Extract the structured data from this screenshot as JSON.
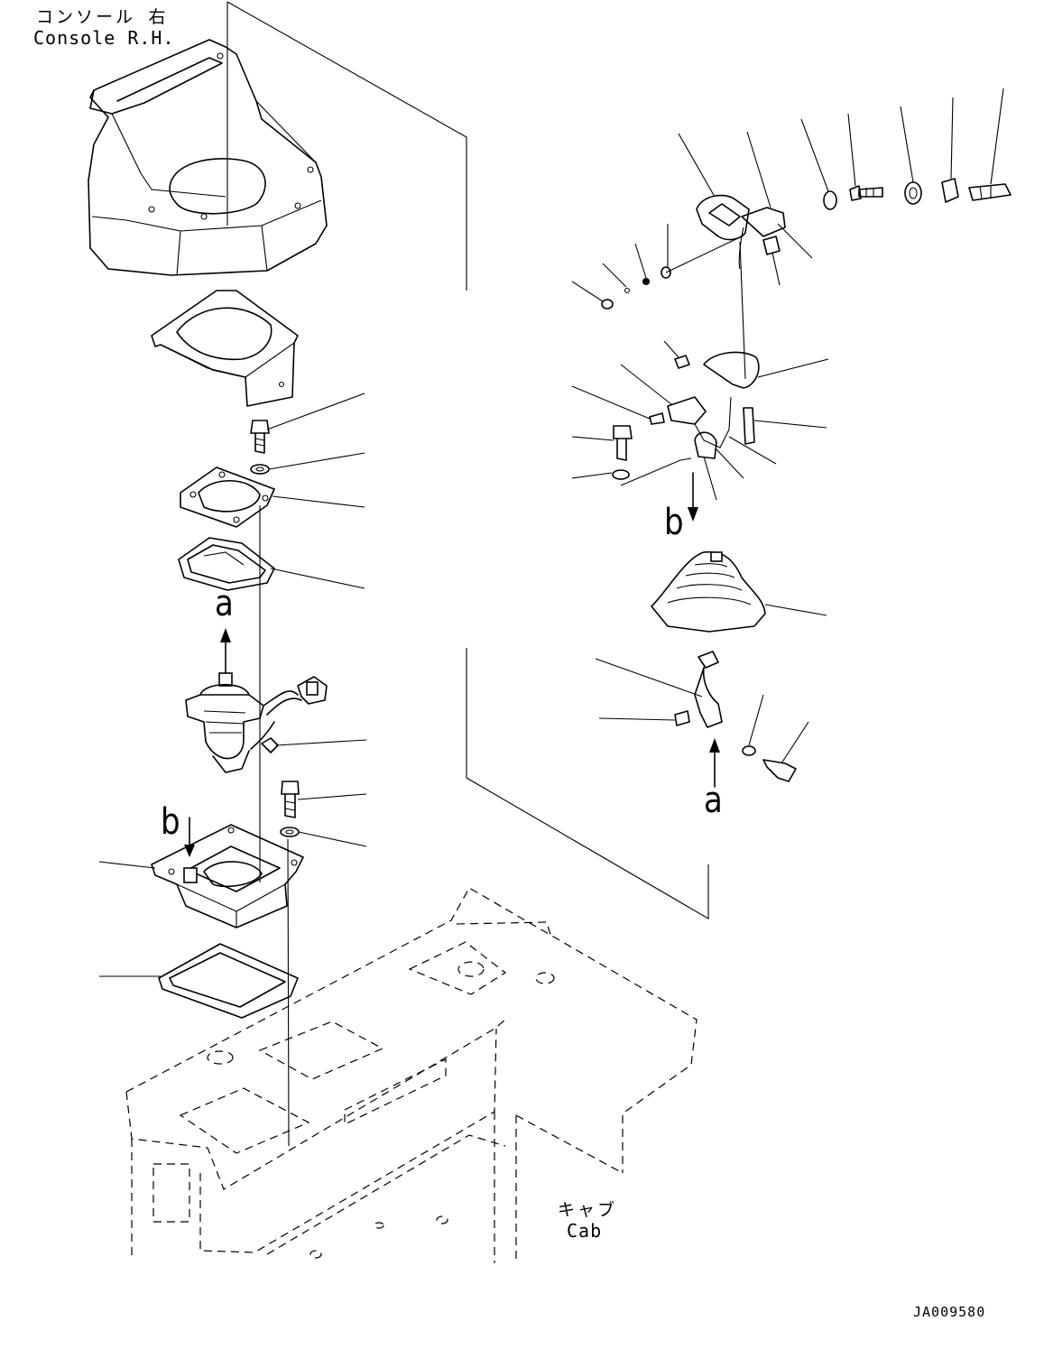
{
  "labels": {
    "console_ja": "コンソール 右",
    "console_en": "Console R.H.",
    "cab_ja": "キャブ",
    "cab_en": "Cab",
    "callout_a_upper": "a",
    "callout_a_lower": "a",
    "callout_b_left": "b",
    "callout_b_right": "b",
    "drawing_code": "JA009580"
  },
  "colors": {
    "ink": "#000000",
    "paper": "#ffffff"
  }
}
